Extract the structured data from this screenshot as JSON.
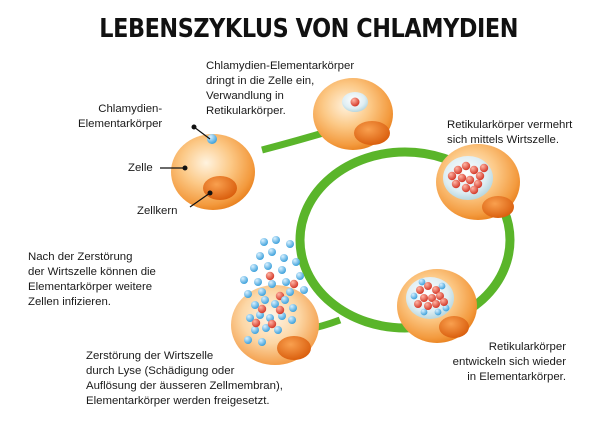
{
  "title": "LEBENSZYKLUS VON CHLAMYDIEN",
  "labels": {
    "elementarkoerper": [
      "Chlamydien-",
      "Elementarkörper"
    ],
    "zelle": "Zelle",
    "zellkern": "Zellkern",
    "step1": [
      "Chlamydien-Elementarkörper",
      "dringt in die Zelle ein,",
      "Verwandlung in",
      "Retikularkörper."
    ],
    "step2": [
      "Retikularkörper vermehrt",
      "sich mittels Wirtszelle."
    ],
    "step3": [
      "Retikularkörper",
      "entwickeln sich wieder",
      "in Elementarkörper."
    ],
    "step4": [
      "Zerstörung der Wirtszelle",
      "durch Lyse (Schädigung oder",
      "Auflösung der äusseren Zellmembran),",
      "Elementarkörper werden freigesetzt."
    ],
    "step5": [
      "Nach der Zerstörung",
      "der Wirtszelle können die",
      "Elementarkörper weitere",
      "Zellen infizieren."
    ]
  },
  "colors": {
    "cell_light": "#fde2b4",
    "cell_mid": "#f8ad55",
    "cell_dark": "#e8801d",
    "nucleus": "#e66a10",
    "ring": "#5ab52a",
    "body_blue": "#5ab4e6",
    "body_red": "#e54b3a"
  }
}
